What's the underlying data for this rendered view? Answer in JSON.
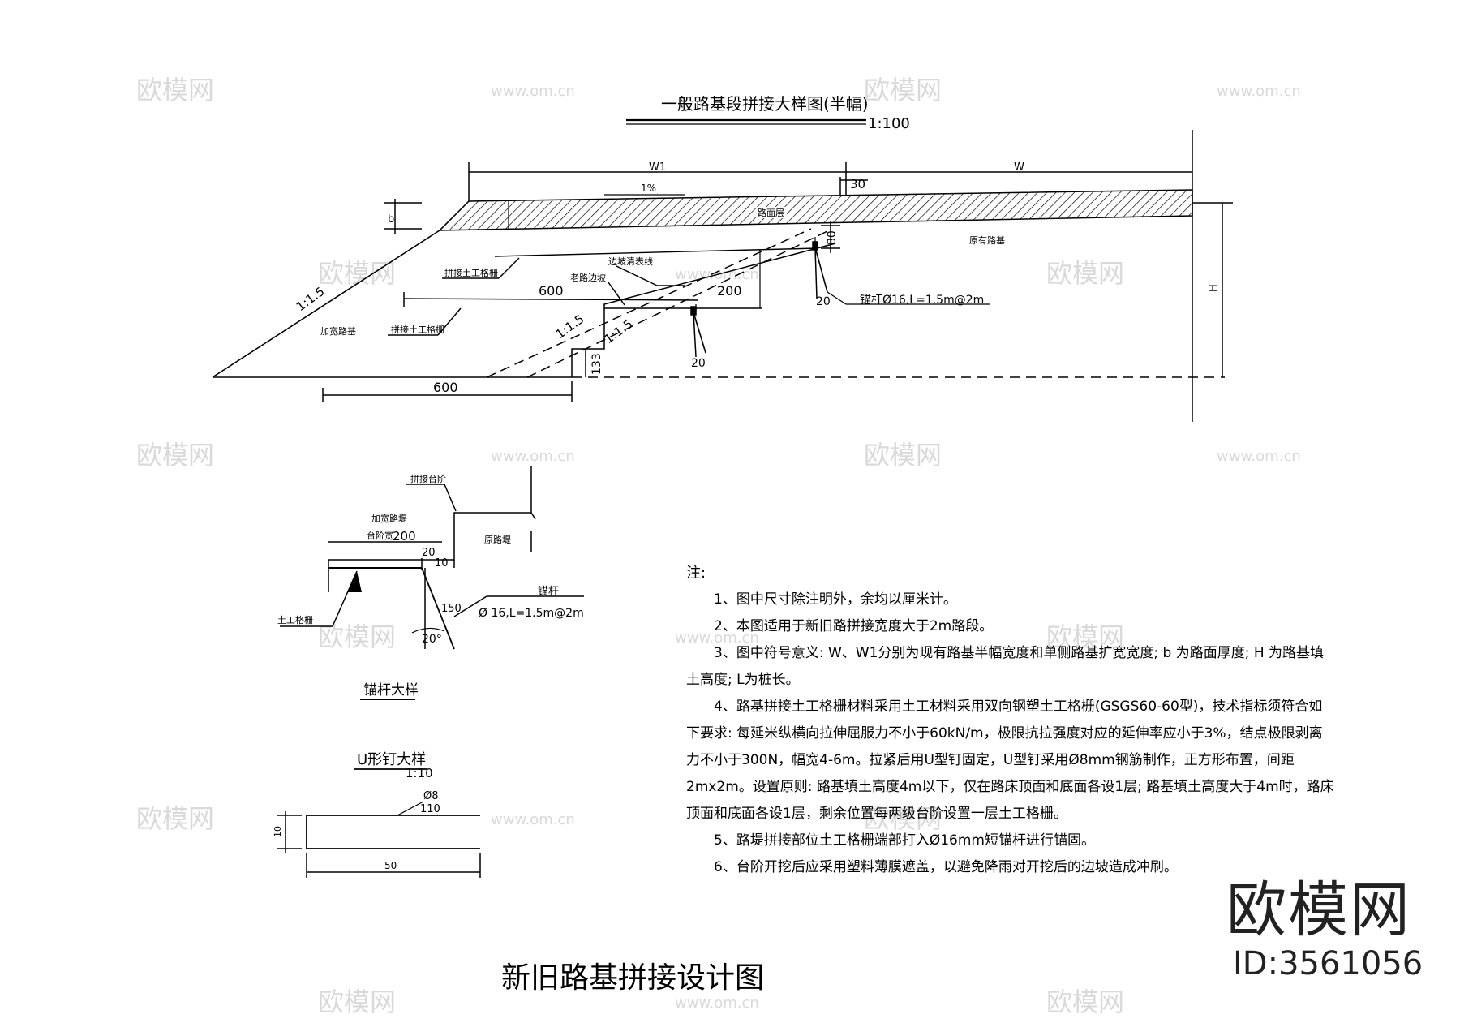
{
  "watermarks": {
    "logo": "欧模网",
    "url": "www.om.cn"
  },
  "detail_main": {
    "title": "一般路基段拼接大样图(半幅)",
    "scale": "1:100",
    "dim_w1": "W1",
    "dim_w": "W",
    "dim_30": "30",
    "slope_1pct": "1%",
    "dim_b": "b",
    "label_pavement": "路面层",
    "label_old_subgrade": "原有路基",
    "dim_80": "80",
    "dim_h": "H",
    "label_graded_slope": "边坡清表线",
    "label_old_slope": "老路边坡",
    "label_geogrid_1": "拼接土工格栅",
    "label_geogrid_2": "拼接土工格栅",
    "dim_600_top": "600",
    "dim_200": "200",
    "slope_left": "1:1.5",
    "slope_mid1": "1:1.5",
    "slope_mid2": "1:1.5",
    "label_widened": "加宽路基",
    "dim_133": "133",
    "angle_20a": "20",
    "angle_20b": "20",
    "anchor_spec": "锚杆Ø16,L=1.5m@2m",
    "dim_600_bottom": "600"
  },
  "detail_anchor": {
    "title": "锚杆大样",
    "label_step": "拼接台阶",
    "label_widened_embankment": "加宽路堤",
    "label_step_width": "台阶宽",
    "dim_200": "200",
    "label_original": "原路堤",
    "dim_20": "20",
    "dim_10": "10",
    "label_geogrid": "土工格栅",
    "dim_150": "150",
    "label_anchor": "锚杆",
    "anchor_spec": "Ø 16,L=1.5m@2m",
    "angle_20": "20°"
  },
  "detail_unail": {
    "title": "U形钉大样",
    "scale": "1:10",
    "dia": "Ø8",
    "dim_110": "110",
    "dim_10": "10",
    "dim_50": "50"
  },
  "notes": {
    "heading": "注:",
    "items": [
      "1、图中尺寸除注明外，余均以厘米计。",
      "2、本图适用于新旧路拼接宽度大于2m路段。",
      "3、图中符号意义: W、W1分别为现有路基半幅宽度和单侧路基扩宽宽度; b 为路面厚度; H 为路基填土高度; L为桩长。",
      "4、路基拼接土工格栅材料采用土工材料采用双向钢塑土工格栅(GSGS60-60型)，技术指标须符合如下要求: 每延米纵横向拉伸屈服力不小于60kN/m，极限抗拉强度对应的延伸率应小于3%，结点极限剥离力不小于300N，幅宽4-6m。拉紧后用U型钉固定，U型钉采用Ø8mm钢筋制作，正方形布置，间距2mx2m。设置原则: 路基填土高度4m以下，仅在路床顶面和底面各设1层; 路基填土高度大于4m时，路床顶面和底面各设1层，剩余位置每两级台阶设置一层土工格栅。",
      "5、路堤拼接部位土工格栅端部打入Ø16mm短锚杆进行锚固。",
      "6、台阶开挖后应采用塑料薄膜遮盖，以避免降雨对开挖后的边坡造成冲刷。"
    ]
  },
  "drawing_title": "新旧路基拼接设计图",
  "brand": {
    "name": "欧模网",
    "id": "ID:3561056"
  }
}
